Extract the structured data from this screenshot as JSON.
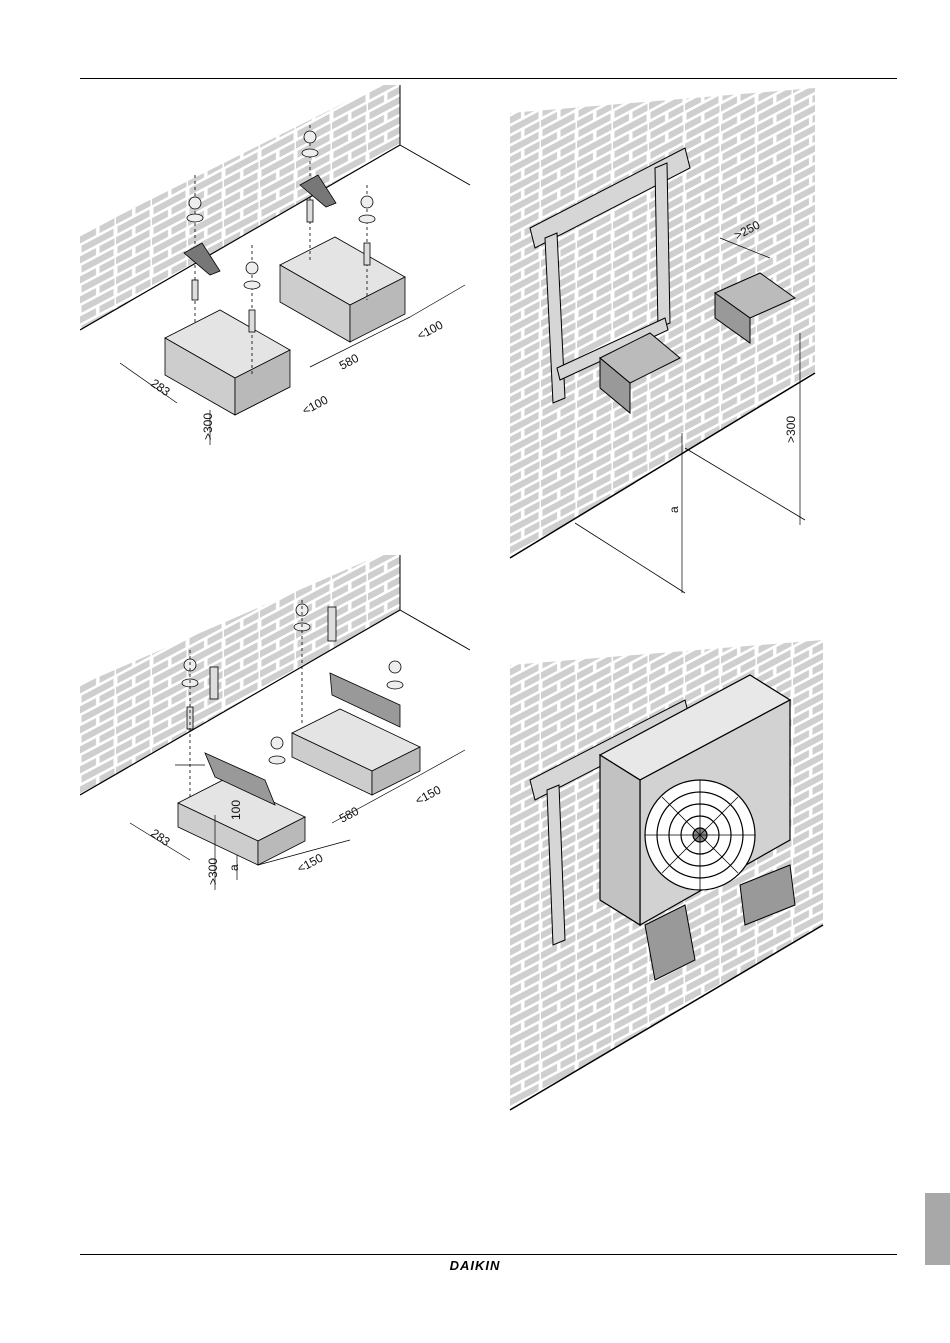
{
  "brand": {
    "logo_text": "DAIKIN"
  },
  "figure_ground_mount": {
    "dims": [
      "283",
      "580",
      "<100",
      "<100",
      ">300"
    ]
  },
  "figure_ground_mount_bracket": {
    "dims": [
      "283",
      "580",
      "<150",
      "<150",
      ">300",
      "100",
      "a"
    ]
  },
  "figure_wall_bracket": {
    "dims": [
      ">250",
      ">300",
      "a"
    ]
  },
  "colors": {
    "page": "#ffffff",
    "brick": "#cfcfcf",
    "mortar": "#ffffff",
    "block_top": "#e4e4e4",
    "block_front": "#cdcdcd",
    "block_side": "#b9b9b9",
    "tab": "#a8a8a8"
  }
}
